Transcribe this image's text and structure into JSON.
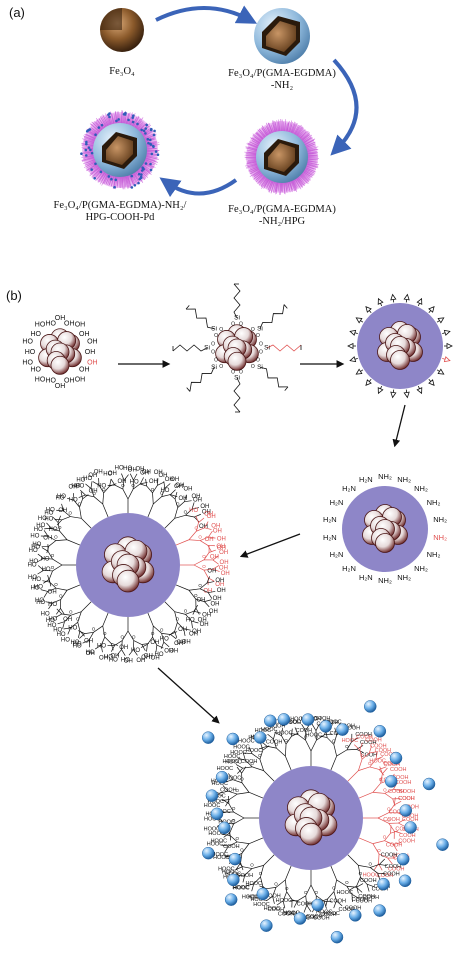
{
  "panel_a": {
    "label": "(a)",
    "stages": [
      {
        "line1": "Fe₃O₄",
        "line2": ""
      },
      {
        "line1": "Fe₃O₄/P(GMA-EGDMA)",
        "line2": "-NH₂"
      },
      {
        "line1": "Fe₃O₄/P(GMA-EGDMA)",
        "line2": "-NH₂/HPG"
      },
      {
        "line1": "Fe₃O₄/P(GMA-EGDMA)-NH₂/",
        "line2": "HPG-COOH-Pd"
      }
    ]
  },
  "panel_b": {
    "label": "(b)",
    "hydroxyl": "OH",
    "hydroxyl_rev": "HO",
    "silicon": "Si",
    "oxygen": "O",
    "amine": "NH₂",
    "amine_rev": "H₂N",
    "carboxyl": "COOH",
    "carboxyl_rev": "HOOC"
  },
  "colors": {
    "core_dark": "#5a1e1e",
    "sphere_light": "#f2ecec",
    "shell_purple": "#8e86c8",
    "arrow_blue": "#3b64b8",
    "shell_cyan": "#8fb9dc",
    "brush_magenta": "#b43cc8",
    "highlight_red": "#e0504f",
    "pd_blue": "#3d8fd8"
  }
}
